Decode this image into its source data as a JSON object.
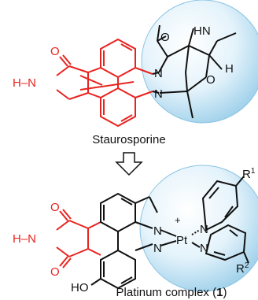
{
  "top_molecule": {
    "caption": "Staurosporine",
    "atoms": {
      "h_n": "H–N",
      "o_imide": "O",
      "n_left": "N",
      "n_right": "N",
      "o_ring": "O",
      "o_methoxy": "O",
      "hn": "HN",
      "h": "H"
    }
  },
  "arrow": {
    "icon": "down-arrow-icon"
  },
  "bottom_molecule": {
    "caption_prefix": "Platinum complex (",
    "caption_number": "1",
    "caption_suffix": ")",
    "atoms": {
      "h_n": "H–N",
      "o_top": "O",
      "o_bottom": "O",
      "n_1": "N",
      "n_2": "N",
      "pt": "Pt",
      "charge": "+",
      "n_3": "N",
      "n_4": "N",
      "ho": "HO",
      "r1": "R",
      "r1_sup": "1",
      "r2": "R",
      "r2_sup": "2"
    }
  },
  "colors": {
    "core": "#e8231f",
    "bond": "#111111",
    "sphere": "#9ed0ea"
  }
}
